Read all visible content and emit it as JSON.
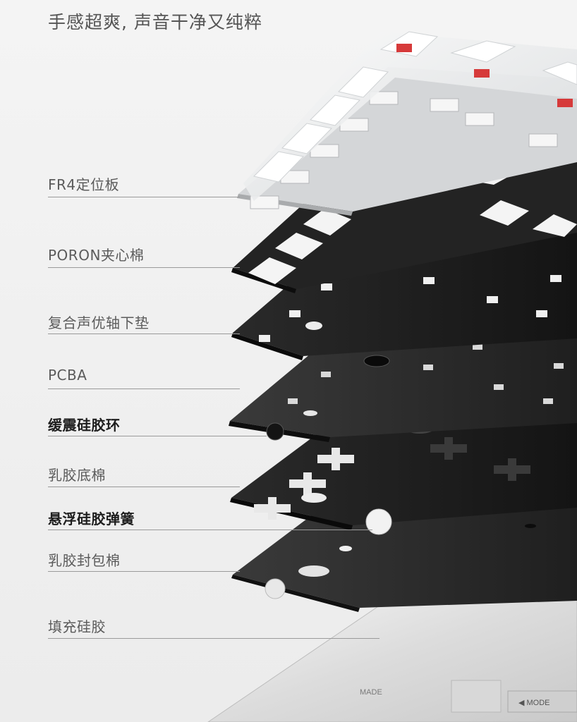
{
  "headline": "手感超爽, 声音干净又纯粹",
  "layers": [
    {
      "label": "FR4定位板",
      "emphasis": false
    },
    {
      "label": "PORON夹心棉",
      "emphasis": false
    },
    {
      "label": "复合声优轴下垫",
      "emphasis": false
    },
    {
      "label": "PCBA",
      "emphasis": false
    },
    {
      "label": "缓震硅胶环",
      "emphasis": true
    },
    {
      "label": "乳胶底棉",
      "emphasis": false
    },
    {
      "label": "悬浮硅胶弹簧",
      "emphasis": true
    },
    {
      "label": "乳胶封包棉",
      "emphasis": false
    },
    {
      "label": "填充硅胶",
      "emphasis": false
    }
  ],
  "case_markings": {
    "left": "MADE",
    "right": "◀ MODE"
  },
  "colors": {
    "background": "#efefef",
    "plate_dark": "#1b1b1b",
    "plate_mid": "#2b2b2b",
    "keycap_translucent": "#e9ecee",
    "switch_accent": "#d63a3a",
    "label_text": "#5b5b5b",
    "label_emphasis": "#1e1e1e"
  }
}
